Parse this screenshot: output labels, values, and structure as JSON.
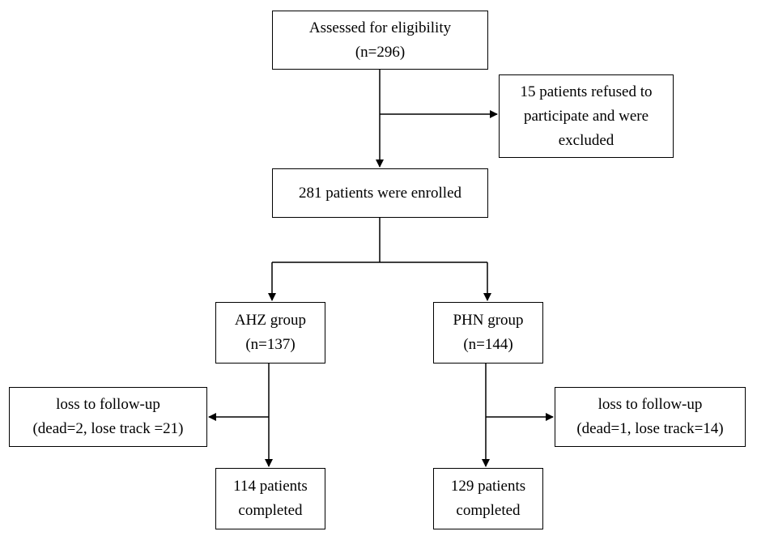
{
  "nodes": {
    "assessed": {
      "line1": "Assessed for eligibility",
      "line2": "(n=296)"
    },
    "refused": {
      "line1": "15 patients refused to",
      "line2": "participate and were",
      "line3": "excluded"
    },
    "enrolled": {
      "line1": "281 patients were enrolled"
    },
    "ahz": {
      "line1": "AHZ group",
      "line2": "(n=137)"
    },
    "phn": {
      "line1": "PHN group",
      "line2": "(n=144)"
    },
    "ahz_loss": {
      "line1": "loss to follow-up",
      "line2": "(dead=2, lose track =21)"
    },
    "phn_loss": {
      "line1": "loss to follow-up",
      "line2": "(dead=1, lose track=14)"
    },
    "ahz_completed": {
      "line1": "114 patients",
      "line2": "completed"
    },
    "phn_completed": {
      "line1": "129 patients",
      "line2": "completed"
    }
  }
}
